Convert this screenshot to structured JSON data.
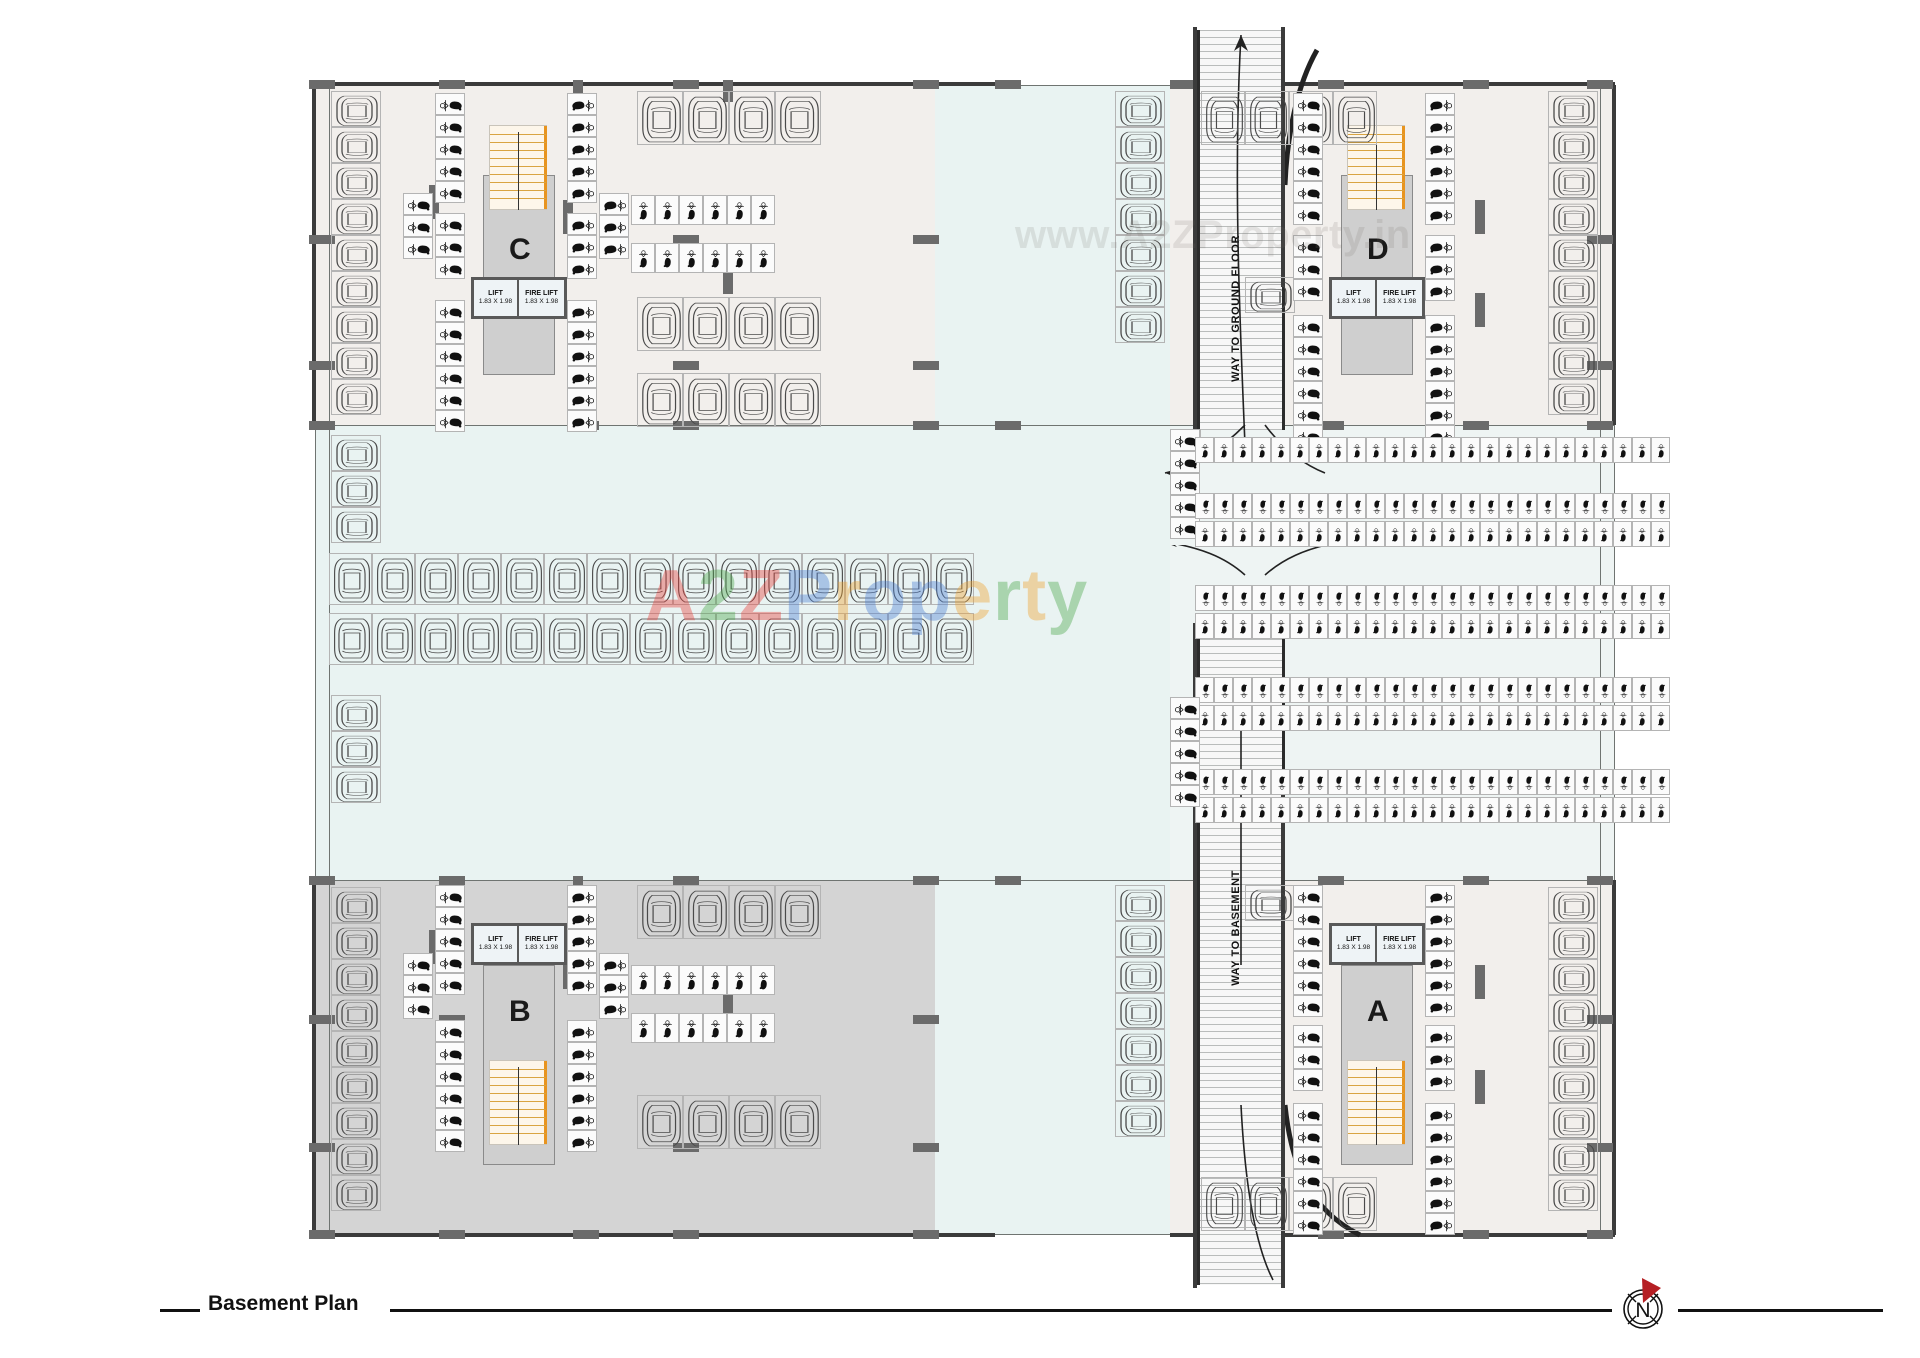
{
  "drawing": {
    "title": "Basement Plan",
    "watermark_url": "www.A2ZProperty.in",
    "watermark_logo": [
      {
        "ch": "A",
        "color": "#e8403a"
      },
      {
        "ch": "2",
        "color": "#4aa64a"
      },
      {
        "ch": "Z",
        "color": "#e8403a"
      },
      {
        "ch": "P",
        "color": "#4a7fd4"
      },
      {
        "ch": "r",
        "color": "#f0a22e"
      },
      {
        "ch": "o",
        "color": "#4a7fd4"
      },
      {
        "ch": "p",
        "color": "#4a7fd4"
      },
      {
        "ch": "e",
        "color": "#f0a22e"
      },
      {
        "ch": "r",
        "color": "#4aa64a"
      },
      {
        "ch": "t",
        "color": "#f0a22e"
      },
      {
        "ch": "y",
        "color": "#4aa64a"
      }
    ]
  },
  "compass": {
    "letter": "N",
    "needle_color": "#b51f24"
  },
  "ramps": [
    {
      "id": "ramp-up",
      "label": "WAY TO GROUND FLOOR"
    },
    {
      "id": "ramp-down",
      "label": "WAY TO BASEMENT"
    }
  ],
  "cores": [
    {
      "id": "core-c",
      "letter": "C",
      "lifts": [
        {
          "name": "LIFT",
          "size": "1.83 X 1.98"
        },
        {
          "name": "FIRE LIFT",
          "size": "1.83 X 1.98"
        }
      ]
    },
    {
      "id": "core-d",
      "letter": "D",
      "lifts": [
        {
          "name": "LIFT",
          "size": "1.83 X 1.98"
        },
        {
          "name": "FIRE LIFT",
          "size": "1.83 X 1.98"
        }
      ]
    },
    {
      "id": "core-b",
      "letter": "B",
      "lifts": [
        {
          "name": "LIFT",
          "size": "1.83 X 1.98"
        },
        {
          "name": "FIRE LIFT",
          "size": "1.83 X 1.98"
        }
      ]
    },
    {
      "id": "core-a",
      "letter": "A",
      "lifts": [
        {
          "name": "LIFT",
          "size": "1.83 X 1.98"
        },
        {
          "name": "FIRE LIFT",
          "size": "1.83 X 1.98"
        }
      ]
    }
  ],
  "colors": {
    "slab_warm": "#f2efec",
    "slab_gray": "#d4d4d4",
    "slab_teal": "#e9f3f2",
    "core_fill": "#cfcfcf",
    "wall": "#3b3b3b",
    "column": "#6b6b6b",
    "stair_rail": "#e8941f",
    "ink": "#111111"
  }
}
